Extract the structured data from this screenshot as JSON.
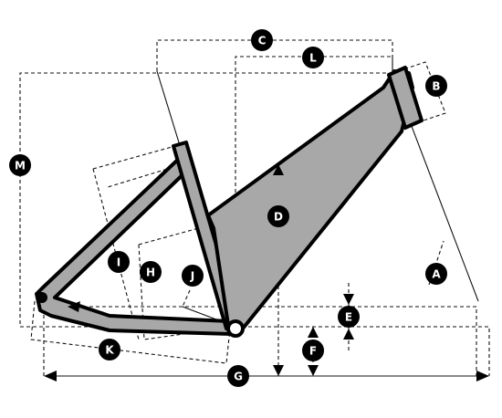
{
  "diagram": {
    "labels": {
      "A": "A",
      "B": "B",
      "C": "C",
      "D": "D",
      "E": "E",
      "F": "F",
      "G": "G",
      "H": "H",
      "I": "I",
      "J": "J",
      "K": "K",
      "L": "L",
      "M": "M"
    },
    "colors": {
      "frame_fill": "#a8a8a8",
      "frame_outline": "#000000",
      "line": "#111111",
      "badge": "#000000",
      "badge_text": "#ffffff"
    }
  }
}
